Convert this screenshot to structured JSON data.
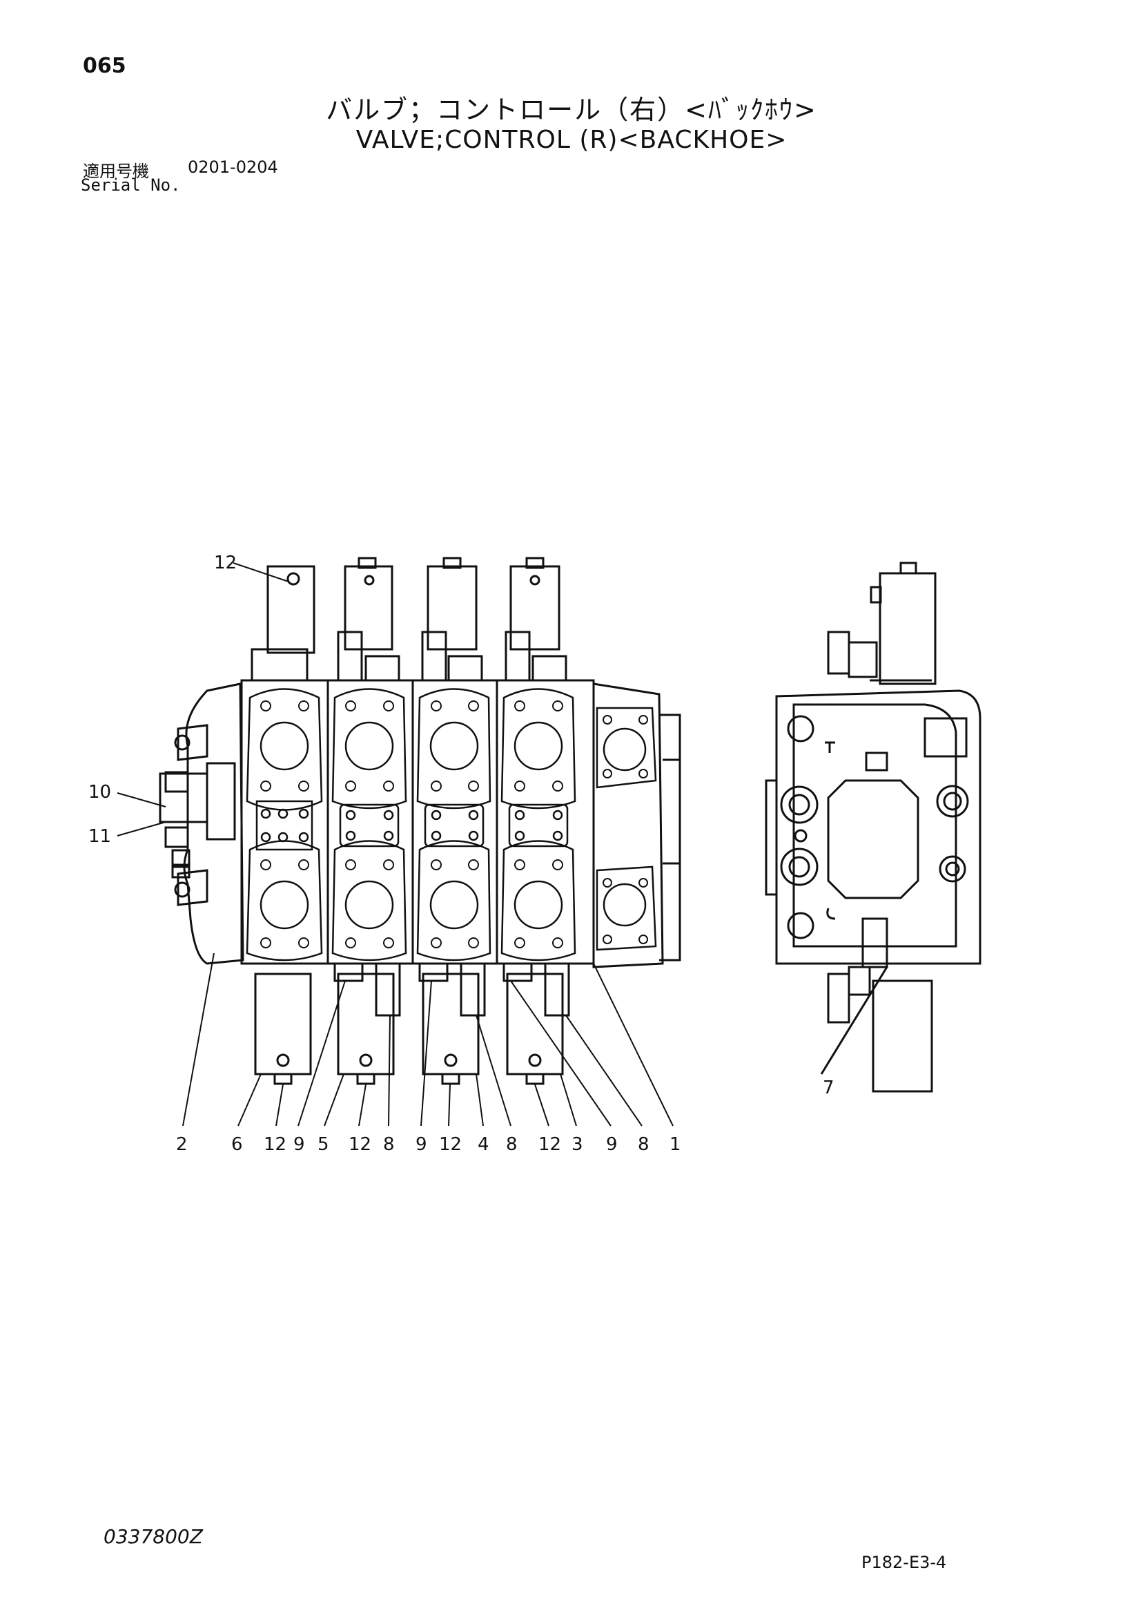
{
  "header": {
    "page_number": "065",
    "title_jp": "バルブ；コントロール（右）<ﾊﾞｯｸﾎｳ>",
    "title_en": "VALVE;CONTROL (R)<BACKHOE>",
    "serial_label_jp": "適用号機",
    "serial_label_en": "Serial No.",
    "serial_range": "0201-0204"
  },
  "callouts": {
    "c12_top": "12",
    "c10": "10",
    "c11": "11",
    "c7": "7",
    "bottom": [
      "2",
      "6",
      "12",
      "9",
      "5",
      "12",
      "8",
      "9",
      "12",
      "4",
      "8",
      "12",
      "3",
      "9",
      "8",
      "1"
    ]
  },
  "footer": {
    "doc_code": "0337800Z",
    "page_code": "P182-E3-4"
  }
}
